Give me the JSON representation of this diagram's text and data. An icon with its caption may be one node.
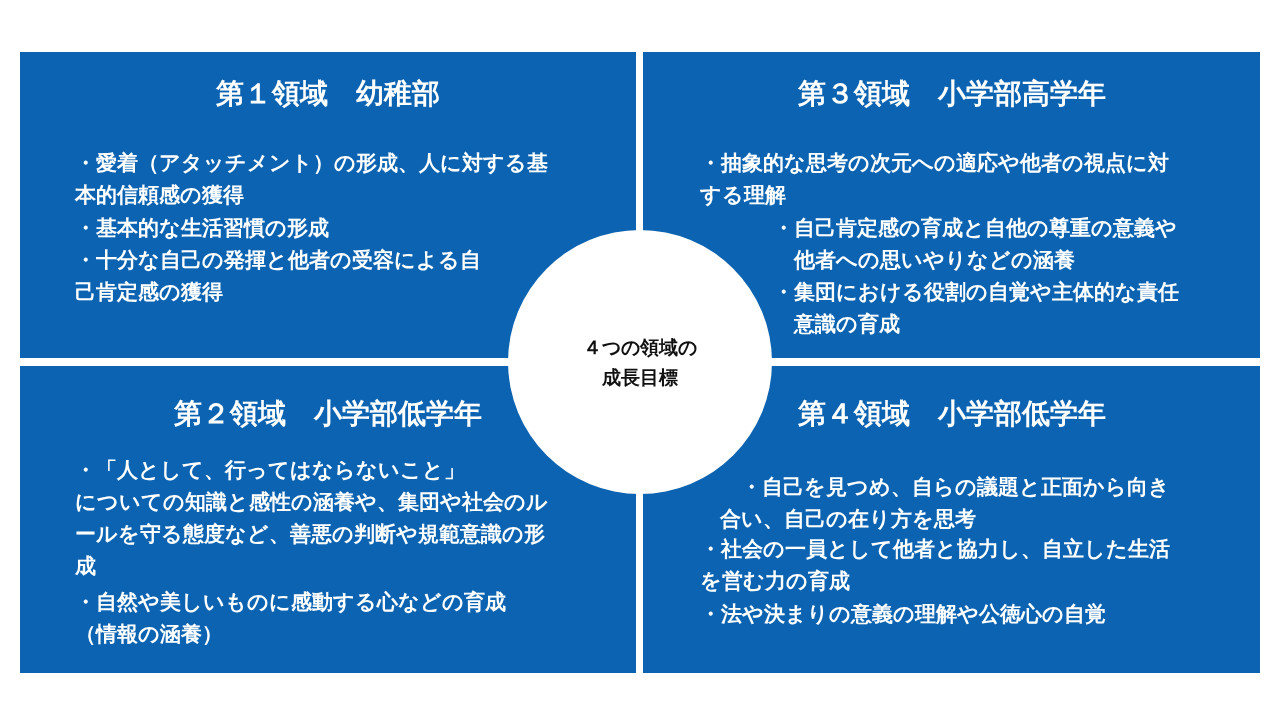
{
  "diagram": {
    "nodes": [
      {
        "text": [
          "第１領域　幼稚部",
          "・愛着（アタッチメント）の形成、人に対する基本的信頼感の獲得",
          "・基本的な生活習慣の形成",
          "・十分な自己の発揮と他者の受容による自己肯定感の獲得"
        ]
      },
      {
        "text": [
          "第３領域　小学部高学年",
          "・抽象的な思考の次元への適応や他者の視点に対する理解",
          "・自己肯定感の育成と自他の尊重の意義や他者への思いやりなどの涵養",
          "・集団における役割の自覚や主体的な責任意識の育成"
        ]
      },
      {
        "text": [
          "第２領域　小学部低学年",
          "・「人として、行ってはならないこと」についての知識と感性の涵養や、集団や社会のルールを守る態度など、善悪の判断や規範意識の形成",
          "・自然や美しいものに感動する心などの育成（情報の涵養）"
        ]
      },
      {
        "text": [
          "第４領域　小学部低学年",
          "・自己を見つめ、自らの議題と正面から向き合い、自己の在り方を思考",
          "・社会の一員として他者と協力し、自立した生活を営む力の育成",
          "・法や決まりの意義の理解や公徳心の自覚"
        ]
      },
      {
        "text": [
          "４つの領域の成長目標"
        ]
      }
    ],
    "edges": []
  }
}
